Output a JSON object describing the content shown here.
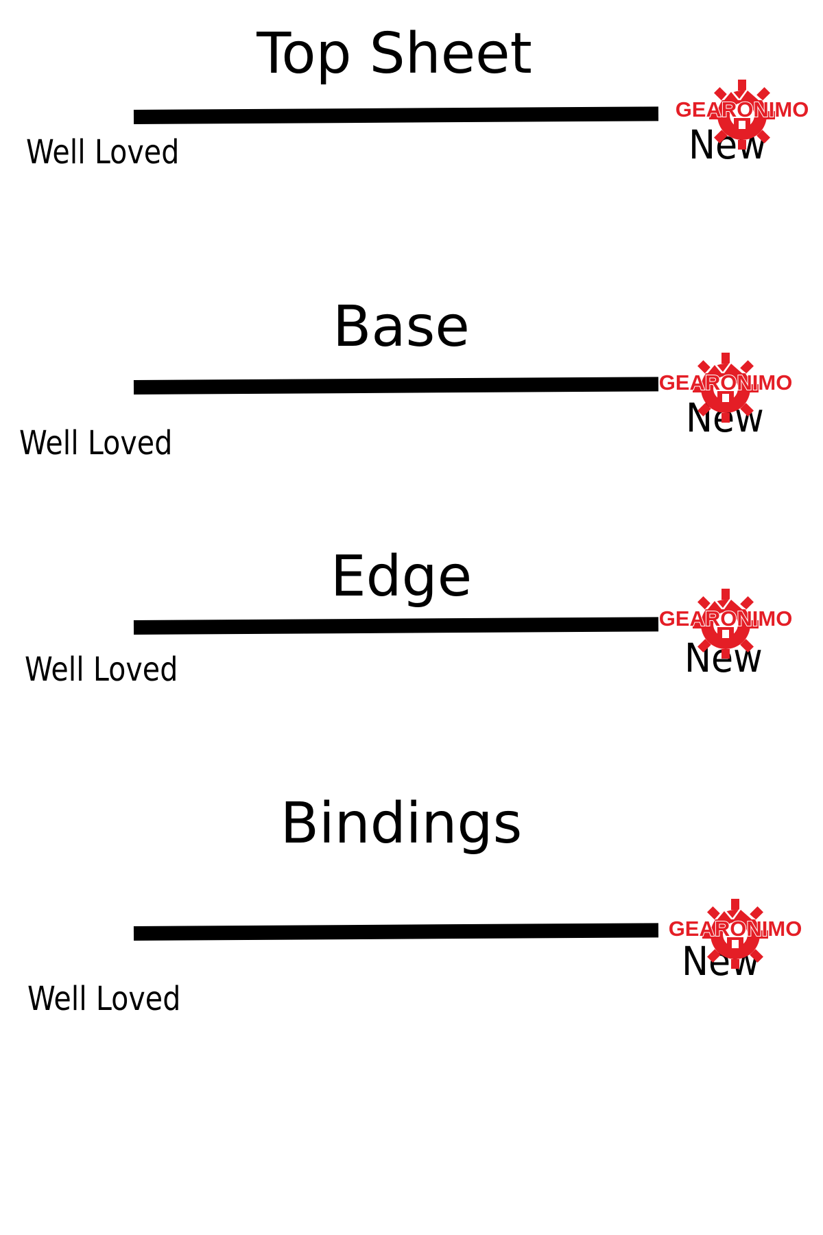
{
  "sections": [
    {
      "title": "Top Sheet",
      "left_label": "Well Loved",
      "right_label": "New"
    },
    {
      "title": "Base",
      "left_label": "Well Loved",
      "right_label": "New"
    },
    {
      "title": "Edge",
      "left_label": "Well Loved",
      "right_label": "New"
    },
    {
      "title": "Bindings",
      "left_label": "Well Loved",
      "right_label": "New"
    }
  ],
  "logo": {
    "text": "GEARONIMO",
    "color": "#e41e26",
    "icon": "gear-mountain-logo"
  }
}
